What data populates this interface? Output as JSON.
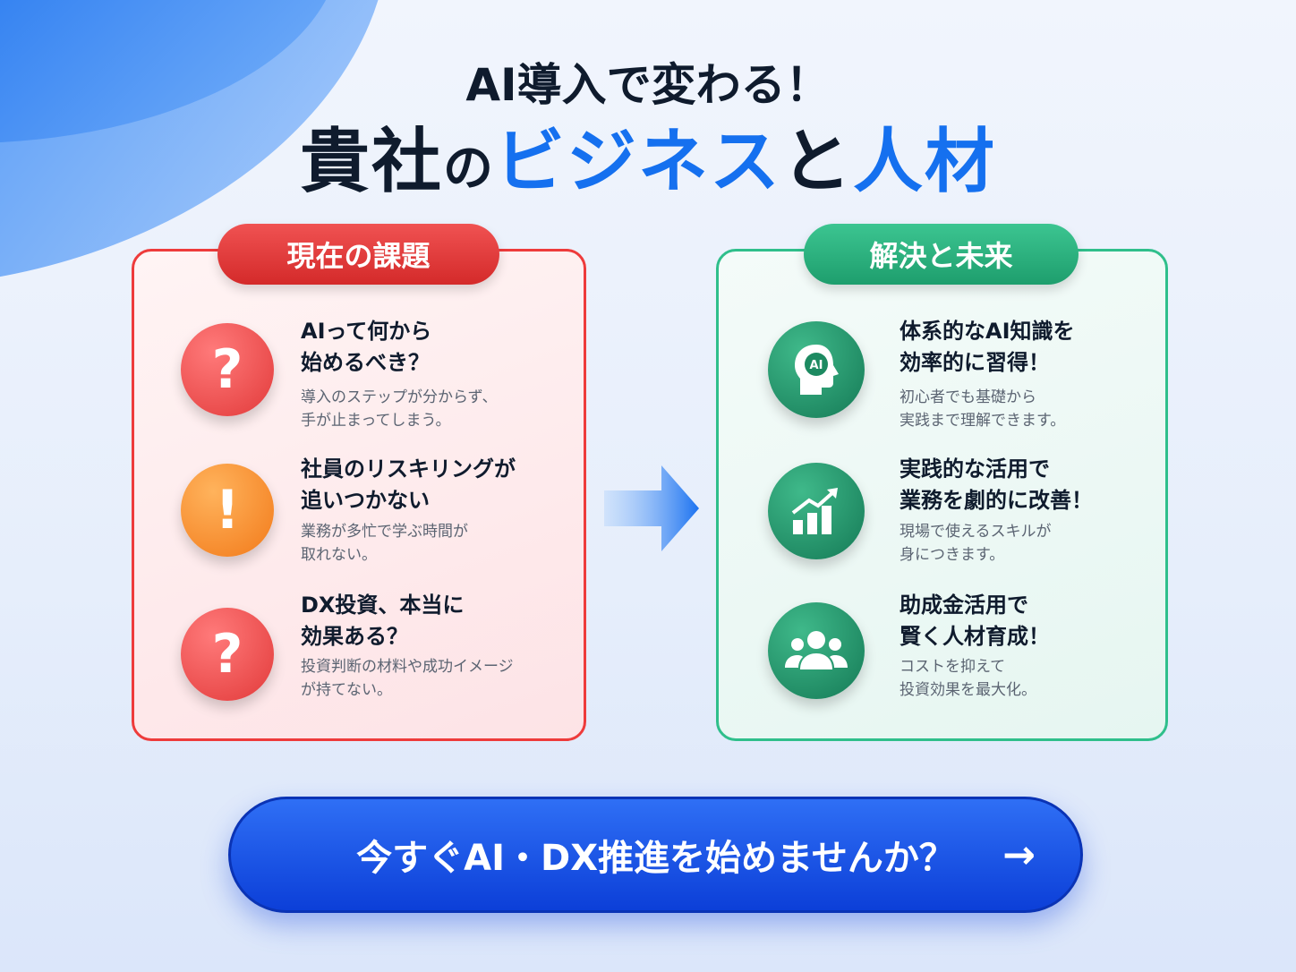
{
  "header": {
    "line1": "AI導入で変わる！",
    "line2_a": "貴社",
    "line2_b": "の",
    "line2_c": "ビジネス",
    "line2_d": "と",
    "line2_e": "人材"
  },
  "left": {
    "badge": "現在の課題",
    "items": [
      {
        "icon": "question-icon",
        "glyph": "?",
        "title1": "AIって何から",
        "title2": "始めるべき？",
        "desc1": "導入のステップが分からず、",
        "desc2": "手が止まってしまう。"
      },
      {
        "icon": "exclamation-icon",
        "glyph": "!",
        "title1": "社員のリスキリングが",
        "title2": "追いつかない",
        "desc1": "業務が多忙で学ぶ時間が",
        "desc2": "取れない。"
      },
      {
        "icon": "question-icon",
        "glyph": "?",
        "title1": "DX投資、本当に",
        "title2": "効果ある？",
        "desc1": "投資判断の材料や成功イメージ",
        "desc2": "が持てない。"
      }
    ]
  },
  "right": {
    "badge": "解決と未来",
    "items": [
      {
        "icon": "ai-head-icon",
        "glyph": "AI",
        "title1": "体系的なAI知識を",
        "title2": "効率的に習得！",
        "desc1": "初心者でも基礎から",
        "desc2": "実践まで理解できます。"
      },
      {
        "icon": "growth-chart-icon",
        "title1": "実践的な活用で",
        "title2": "業務を劇的に改善！",
        "desc1": "現場で使えるスキルが",
        "desc2": "身につきます。"
      },
      {
        "icon": "team-icon",
        "title1": "助成金活用で",
        "title2": "賢く人材育成！",
        "desc1": "コストを抑えて",
        "desc2": "投資効果を最大化。"
      }
    ]
  },
  "cta": {
    "label": "今すぐAI・DX推進を始めませんか？",
    "arrow": "→"
  }
}
